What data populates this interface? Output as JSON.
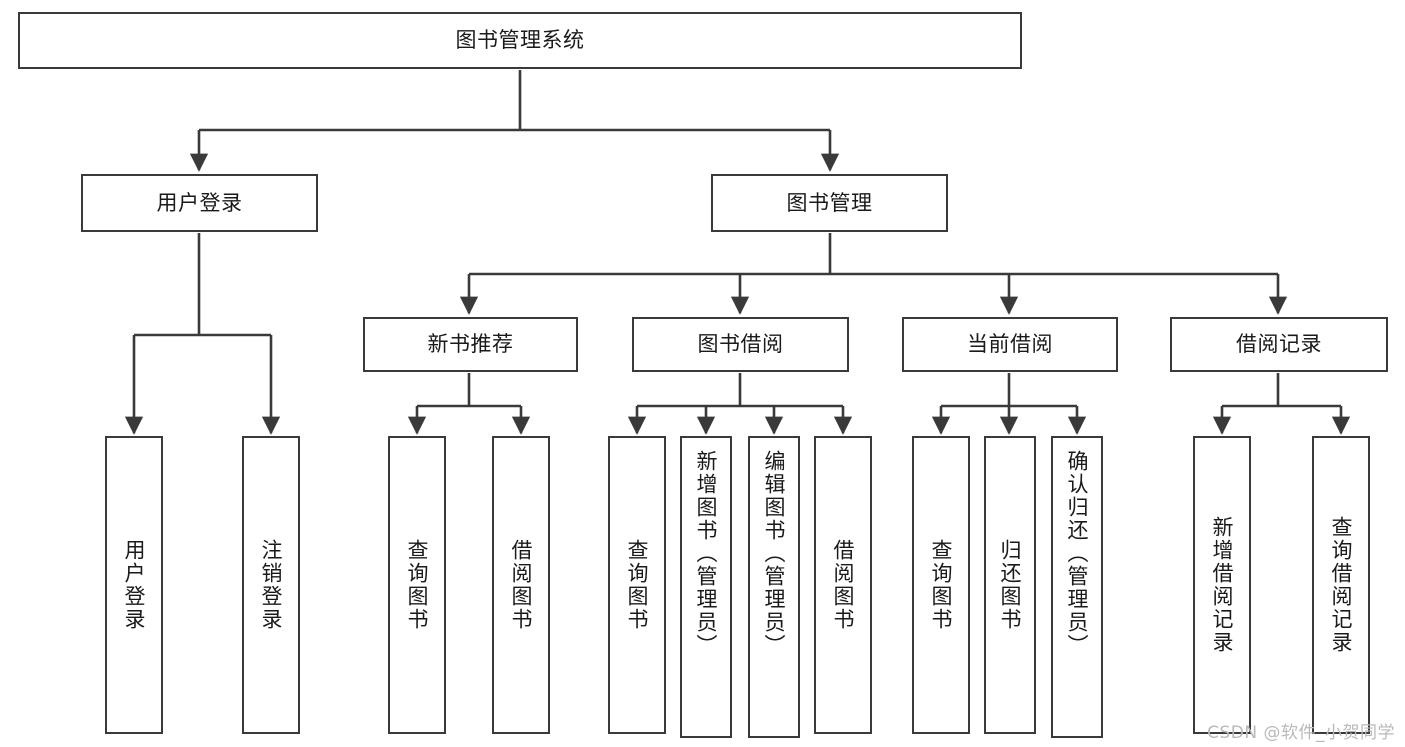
{
  "diagram": {
    "title": "图书管理系统",
    "type": "功能结构图",
    "watermark": "CSDN @软件_小贺同学",
    "style": {
      "border_color": "#3a3a3a",
      "fill_color": "#ffffff",
      "line_color": "#3a3a3a",
      "text_color": "#1a1a1a",
      "watermark_color": "#b9b9b9"
    },
    "root": {
      "id": "root",
      "label": "图书管理系统",
      "orientation": "horizontal"
    },
    "level2": [
      {
        "id": "user-login",
        "label": "用户登录",
        "orientation": "horizontal"
      },
      {
        "id": "book-management",
        "label": "图书管理",
        "orientation": "horizontal"
      }
    ],
    "level3": [
      {
        "id": "new-book-recommend",
        "label": "新书推荐",
        "orientation": "horizontal",
        "parent": "book-management"
      },
      {
        "id": "book-borrow",
        "label": "图书借阅",
        "orientation": "horizontal",
        "parent": "book-management"
      },
      {
        "id": "current-borrow",
        "label": "当前借阅",
        "orientation": "horizontal",
        "parent": "book-management"
      },
      {
        "id": "borrow-record",
        "label": "借阅记录",
        "orientation": "horizontal",
        "parent": "book-management"
      }
    ],
    "leaves": [
      {
        "id": "leaf-user-login",
        "label": "用户登录",
        "parent": "user-login",
        "orientation": "vertical"
      },
      {
        "id": "leaf-logout-login",
        "label": "注销登录",
        "parent": "user-login",
        "orientation": "vertical"
      },
      {
        "id": "leaf-query-book-1",
        "label": "查询图书",
        "parent": "new-book-recommend",
        "orientation": "vertical"
      },
      {
        "id": "leaf-borrow-book-1",
        "label": "借阅图书",
        "parent": "new-book-recommend",
        "orientation": "vertical"
      },
      {
        "id": "leaf-query-book-2",
        "label": "查询图书",
        "parent": "book-borrow",
        "orientation": "vertical"
      },
      {
        "id": "leaf-add-book",
        "label": "新增图书（管理员）",
        "parent": "book-borrow",
        "orientation": "vertical"
      },
      {
        "id": "leaf-edit-book",
        "label": "编辑图书（管理员）",
        "parent": "book-borrow",
        "orientation": "vertical"
      },
      {
        "id": "leaf-borrow-book-2",
        "label": "借阅图书",
        "parent": "book-borrow",
        "orientation": "vertical"
      },
      {
        "id": "leaf-query-book-3",
        "label": "查询图书",
        "parent": "current-borrow",
        "orientation": "vertical"
      },
      {
        "id": "leaf-return-book",
        "label": "归还图书",
        "parent": "current-borrow",
        "orientation": "vertical"
      },
      {
        "id": "leaf-confirm-return",
        "label": "确认归还（管理员）",
        "parent": "current-borrow",
        "orientation": "vertical"
      },
      {
        "id": "leaf-add-record",
        "label": "新增借阅记录",
        "parent": "borrow-record",
        "orientation": "vertical"
      },
      {
        "id": "leaf-query-record",
        "label": "查询借阅记录",
        "parent": "borrow-record",
        "orientation": "vertical"
      }
    ]
  }
}
